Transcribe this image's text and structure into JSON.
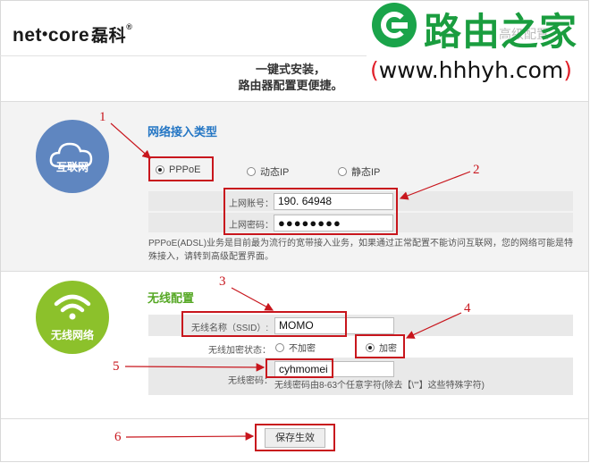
{
  "header": {
    "logo_text": "net",
    "logo_dot": "•",
    "logo_text2": "core",
    "logo_cn": "磊科",
    "logo_reg": "®",
    "advanced_link": "高级配置"
  },
  "watermark": {
    "brand_name": "路由之家",
    "paren_open": "(",
    "url": "www.hhhyh.com",
    "paren_close": ")"
  },
  "tagline": {
    "line1": "一键式安装，",
    "line2": "路由器配置更便捷。"
  },
  "internet": {
    "circle_label": "互联网",
    "title": "网络接入类型",
    "options": [
      {
        "label": "PPPoE",
        "selected": true
      },
      {
        "label": "动态IP",
        "selected": false
      },
      {
        "label": "静态IP",
        "selected": false
      }
    ],
    "account_label": "上网账号：",
    "account_value": "190.   64948",
    "password_label": "上网密码：",
    "password_value": "●●●●●●●●",
    "hint": "PPPoE(ADSL)业务是目前最为流行的宽带接入业务，如果通过正常配置不能访问互联网，您的网络可能是特殊接入，请转到高级配置界面。"
  },
  "wireless": {
    "circle_label": "无线网络",
    "title": "无线配置",
    "ssid_label": "无线名称（SSID）:",
    "ssid_value": "MOMO",
    "encrypt_label": "无线加密状态：",
    "encrypt_off": "不加密",
    "encrypt_on": "加密",
    "encrypt_selected": "加密",
    "password_label": "无线密码：",
    "password_value": "cyhmomei",
    "password_hint": "无线密码由8-63个任意字符(除去【\\'\"】这些特殊字符)"
  },
  "save_button": "保存生效",
  "annotations": [
    "1",
    "2",
    "3",
    "4",
    "5",
    "6"
  ],
  "colors": {
    "annotation_red": "#c8161d",
    "internet_blue": "#5f86c0",
    "wireless_green": "#8cc12b",
    "title_blue": "#2476c4",
    "title_green": "#56a825",
    "brand_green": "#1a9d3f"
  }
}
